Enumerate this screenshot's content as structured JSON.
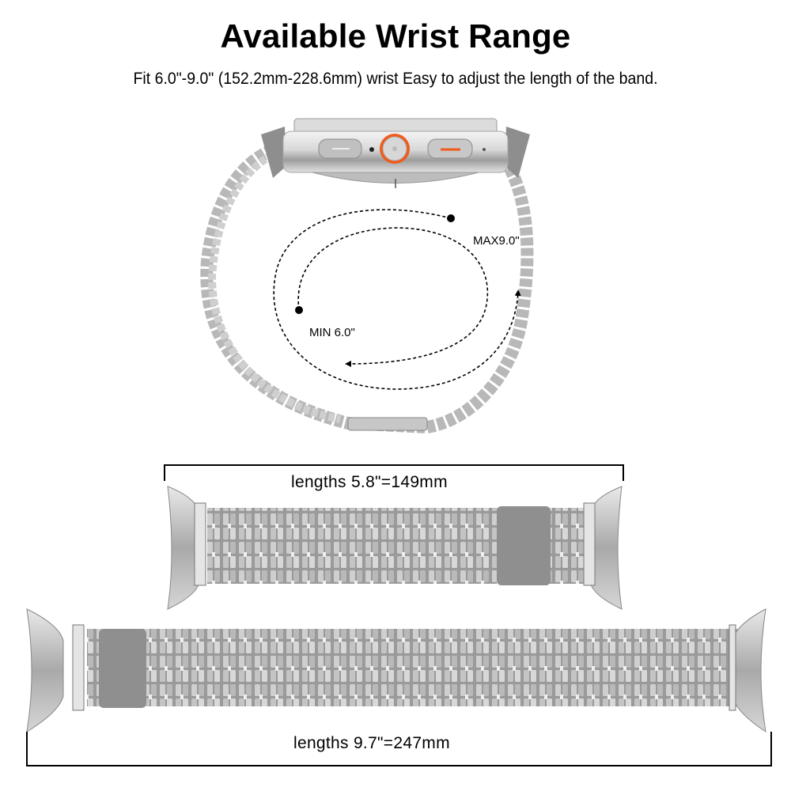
{
  "header": {
    "title": "Available Wrist Range",
    "subtitle": "Fit 6.0\"-9.0\" (152.2mm-228.6mm) wrist  Easy to adjust the length of the band."
  },
  "diagram": {
    "max_label": "MAX9.0\"",
    "min_label": "MIN 6.0\"",
    "accent_color": "#f05a1a"
  },
  "bands": {
    "short": {
      "label": "lengths 5.8\"=149mm"
    },
    "long": {
      "label": "lengths 9.7\"=247mm"
    }
  }
}
